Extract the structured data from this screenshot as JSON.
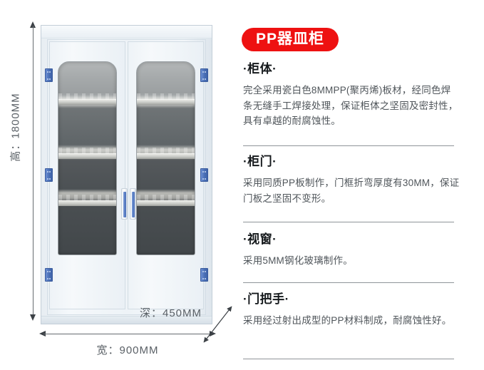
{
  "product": {
    "badge_title": "PP器皿柜",
    "dimensions": {
      "height_label": "高：1800MM",
      "width_label": "宽：900MM",
      "depth_label": "深：450MM"
    }
  },
  "spec_sections": [
    {
      "heading": "·柜体·",
      "body": "完全采用瓷白色8MMPP(聚丙烯)板材，经同色焊条无缝手工焊接处理，保证柜体之坚固及密封性，具有卓越的耐腐蚀性。"
    },
    {
      "heading": "·柜门·",
      "body": "采用同质PP板制作，门框折弯厚度有30MM，保证门板之坚固不变形。"
    },
    {
      "heading": "·视窗·",
      "body": "采用5MM钢化玻璃制作。"
    },
    {
      "heading": "·门把手·",
      "body": "采用经过射出成型的PP材料制成，耐腐蚀性好。"
    }
  ],
  "colors": {
    "badge_background": "#ee1111",
    "badge_text": "#ffffff",
    "heading_text": "#15191c",
    "body_text": "#4f555a",
    "divider": "#8f9499",
    "dimension_text": "#5a6066",
    "hinge_blue": "#4a6fb5",
    "handle_blue": "#5b7fc4",
    "cabinet_body": "#eef3f7"
  }
}
